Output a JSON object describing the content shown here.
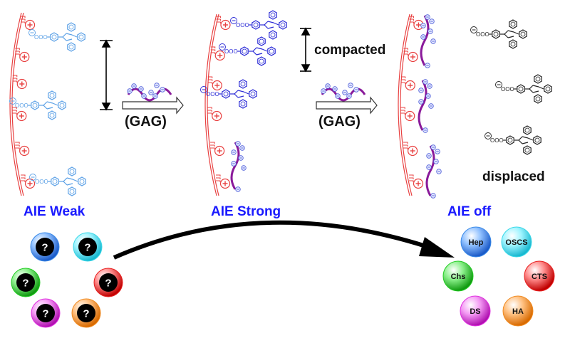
{
  "stages": [
    {
      "title": "AIE Weak",
      "molecule_color": "#5aa0e6"
    },
    {
      "title": "AIE Strong",
      "molecule_color": "#2a2ad6"
    },
    {
      "title": "AIE off",
      "molecule_color": "#222222"
    }
  ],
  "annotations": {
    "compacted": "compacted",
    "displaced": "displaced",
    "gag_arrow_1": "(GAG)",
    "gag_arrow_2": "(GAG)",
    "carboxylate": "OOC",
    "minus": "−",
    "plus": "+"
  },
  "colors": {
    "polymer": "#e84040",
    "gag_strand": "#8a1a9a",
    "gag_charge": "#4a5ad8",
    "title_blue": "#1a1aff"
  },
  "unknown_balls": [
    {
      "label": "?",
      "color": "#3a8ae8"
    },
    {
      "label": "?",
      "color": "#3ad8e8"
    },
    {
      "label": "?",
      "color": "#22cc22"
    },
    {
      "label": "?",
      "color": "#e82020"
    },
    {
      "label": "?",
      "color": "#e030e0"
    },
    {
      "label": "?",
      "color": "#f08a20"
    }
  ],
  "identified_balls": [
    {
      "label": "Hep",
      "color": "#3a8ae8"
    },
    {
      "label": "OSCS",
      "color": "#3ad8e8"
    },
    {
      "label": "Chs",
      "color": "#22cc22"
    },
    {
      "label": "CTS",
      "color": "#e82020"
    },
    {
      "label": "DS",
      "color": "#e030e0"
    },
    {
      "label": "HA",
      "color": "#f08a20"
    }
  ]
}
